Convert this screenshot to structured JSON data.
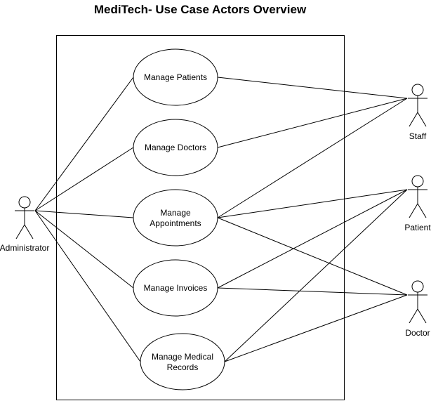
{
  "title": "MediTech- Use Case Actors Overview",
  "actors": {
    "administrator": "Administrator",
    "staff": "Staff",
    "patient": "Patient",
    "doctor": "Doctor"
  },
  "use_cases": {
    "manage_patients": [
      "Manage Patients"
    ],
    "manage_doctors": [
      "Manage Doctors"
    ],
    "manage_appointments": [
      "Manage",
      "Appointments"
    ],
    "manage_invoices": [
      "Manage Invoices"
    ],
    "manage_medical_records": [
      "Manage Medical",
      "Records"
    ]
  },
  "associations": [
    [
      "administrator",
      "manage_patients"
    ],
    [
      "administrator",
      "manage_doctors"
    ],
    [
      "administrator",
      "manage_appointments"
    ],
    [
      "administrator",
      "manage_invoices"
    ],
    [
      "administrator",
      "manage_medical_records"
    ],
    [
      "staff",
      "manage_patients"
    ],
    [
      "staff",
      "manage_doctors"
    ],
    [
      "staff",
      "manage_appointments"
    ],
    [
      "patient",
      "manage_appointments"
    ],
    [
      "patient",
      "manage_invoices"
    ],
    [
      "patient",
      "manage_medical_records"
    ],
    [
      "doctor",
      "manage_appointments"
    ],
    [
      "doctor",
      "manage_invoices"
    ],
    [
      "doctor",
      "manage_medical_records"
    ]
  ],
  "colors": {
    "stroke": "#000000",
    "fill": "#ffffff"
  }
}
